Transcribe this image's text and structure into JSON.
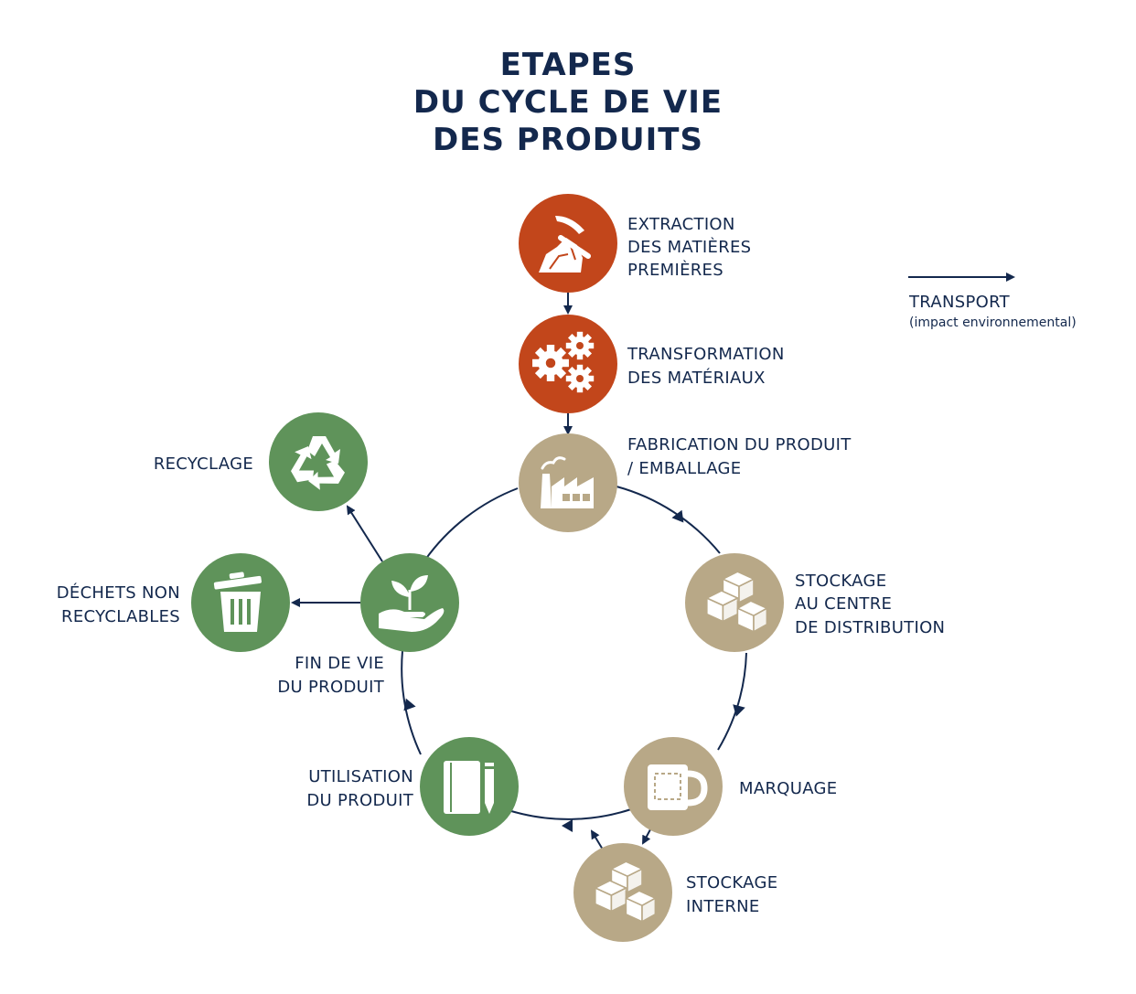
{
  "title": {
    "line1": "ETAPES",
    "line2": "DU CYCLE DE VIE",
    "line3": "DES PRODUITS"
  },
  "legend": {
    "label": "TRANSPORT",
    "sublabel": "(impact environnemental)"
  },
  "colors": {
    "navy": "#13284d",
    "orange": "#c2461b",
    "beige": "#b8a887",
    "green": "#5f935a"
  },
  "stages": {
    "extraction": {
      "lines": [
        "EXTRACTION",
        "DES MATIÈRES",
        "PREMIÈRES"
      ],
      "icon": "pickaxe-rock-icon"
    },
    "transformation": {
      "lines": [
        "TRANSFORMATION",
        "DES MATÉRIAUX"
      ],
      "icon": "gears-icon"
    },
    "fabrication": {
      "lines": [
        "FABRICATION DU PRODUIT",
        "/ EMBALLAGE"
      ],
      "icon": "factory-icon"
    },
    "stockage_distribution": {
      "lines": [
        "STOCKAGE",
        "AU CENTRE",
        "DE DISTRIBUTION"
      ],
      "icon": "boxes-icon"
    },
    "marquage": {
      "lines": [
        "MARQUAGE"
      ],
      "icon": "mug-icon"
    },
    "stockage_interne": {
      "lines": [
        "STOCKAGE",
        "INTERNE"
      ],
      "icon": "boxes-icon"
    },
    "utilisation": {
      "lines": [
        "UTILISATION",
        "DU PRODUIT"
      ],
      "icon": "notebook-pen-icon"
    },
    "fin_de_vie": {
      "lines": [
        "FIN DE VIE",
        "DU PRODUIT"
      ],
      "icon": "hand-plant-icon"
    },
    "recyclage": {
      "lines": [
        "RECYCLAGE"
      ],
      "icon": "recycle-icon"
    },
    "dechets": {
      "lines": [
        "DÉCHETS NON",
        "RECYCLABLES"
      ],
      "icon": "trash-bin-icon"
    }
  }
}
